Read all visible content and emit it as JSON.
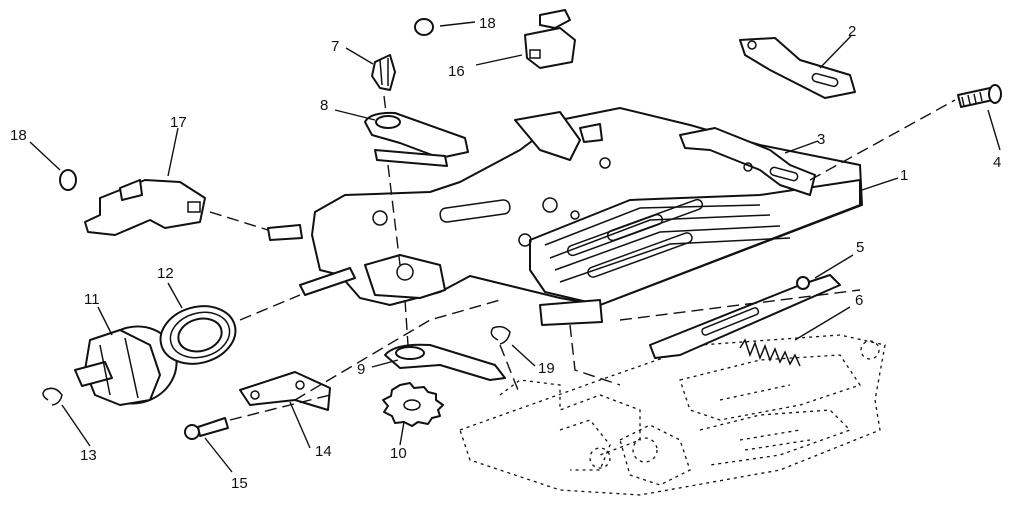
{
  "diagram": {
    "callouts": [
      {
        "id": "1",
        "label": "1"
      },
      {
        "id": "2",
        "label": "2"
      },
      {
        "id": "3",
        "label": "3"
      },
      {
        "id": "4",
        "label": "4"
      },
      {
        "id": "5",
        "label": "5"
      },
      {
        "id": "6",
        "label": "6"
      },
      {
        "id": "7",
        "label": "7"
      },
      {
        "id": "8",
        "label": "8"
      },
      {
        "id": "9",
        "label": "9"
      },
      {
        "id": "10",
        "label": "10"
      },
      {
        "id": "11",
        "label": "11"
      },
      {
        "id": "12",
        "label": "12"
      },
      {
        "id": "13",
        "label": "13"
      },
      {
        "id": "14",
        "label": "14"
      },
      {
        "id": "15",
        "label": "15"
      },
      {
        "id": "16",
        "label": "16"
      },
      {
        "id": "17",
        "label": "17"
      },
      {
        "id": "18a",
        "label": "18"
      },
      {
        "id": "18b",
        "label": "18"
      },
      {
        "id": "19",
        "label": "19"
      }
    ]
  }
}
